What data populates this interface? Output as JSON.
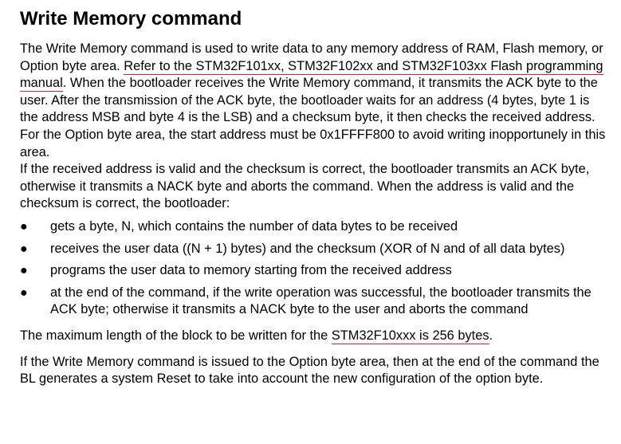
{
  "heading": "Write Memory command",
  "intro": {
    "part1": "The Write Memory command is used to write data to any memory address of RAM, Flash memory, or Option byte area. ",
    "ref_link": "Refer to the STM32F101xx, STM32F102xx and STM32F103xx Flash programming manual",
    "part2": ". When the bootloader receives the Write Memory command, it transmits the ACK byte to the user. After the transmission of the ACK byte, the bootloader waits for an address (4 bytes, byte 1 is the address MSB and byte 4 is the LSB) and a checksum byte, it then checks the received address. For the Option byte area, the start address must be 0x1FFFF800 to avoid writing inopportunely in this area.",
    "part3": "If the received address is valid and the checksum is correct, the bootloader transmits an ACK byte, otherwise it transmits a NACK byte and aborts the command. When the address is valid and the checksum is correct, the bootloader:"
  },
  "bullet_symbol": "●",
  "steps": [
    "gets a byte, N, which contains the number of data bytes to be received",
    "receives the user data ((N + 1) bytes) and the checksum (XOR of N and of all data bytes)",
    "programs the user data to memory starting from the received address",
    "at the end of the command, if the write operation was successful, the bootloader transmits the ACK byte; otherwise it transmits a NACK byte to the user and aborts the command"
  ],
  "max_length": {
    "prefix": "The maximum length of the block to be written for the ",
    "highlight": "STM32F10xxx is 256 bytes",
    "suffix": "."
  },
  "option_note": "If the Write Memory command is issued to the Option byte area, then at the end of the command the BL generates a system Reset to take into account the new configuration of the option byte.",
  "colors": {
    "underline": "#d4242a",
    "text": "#000000",
    "background": "#ffffff"
  }
}
